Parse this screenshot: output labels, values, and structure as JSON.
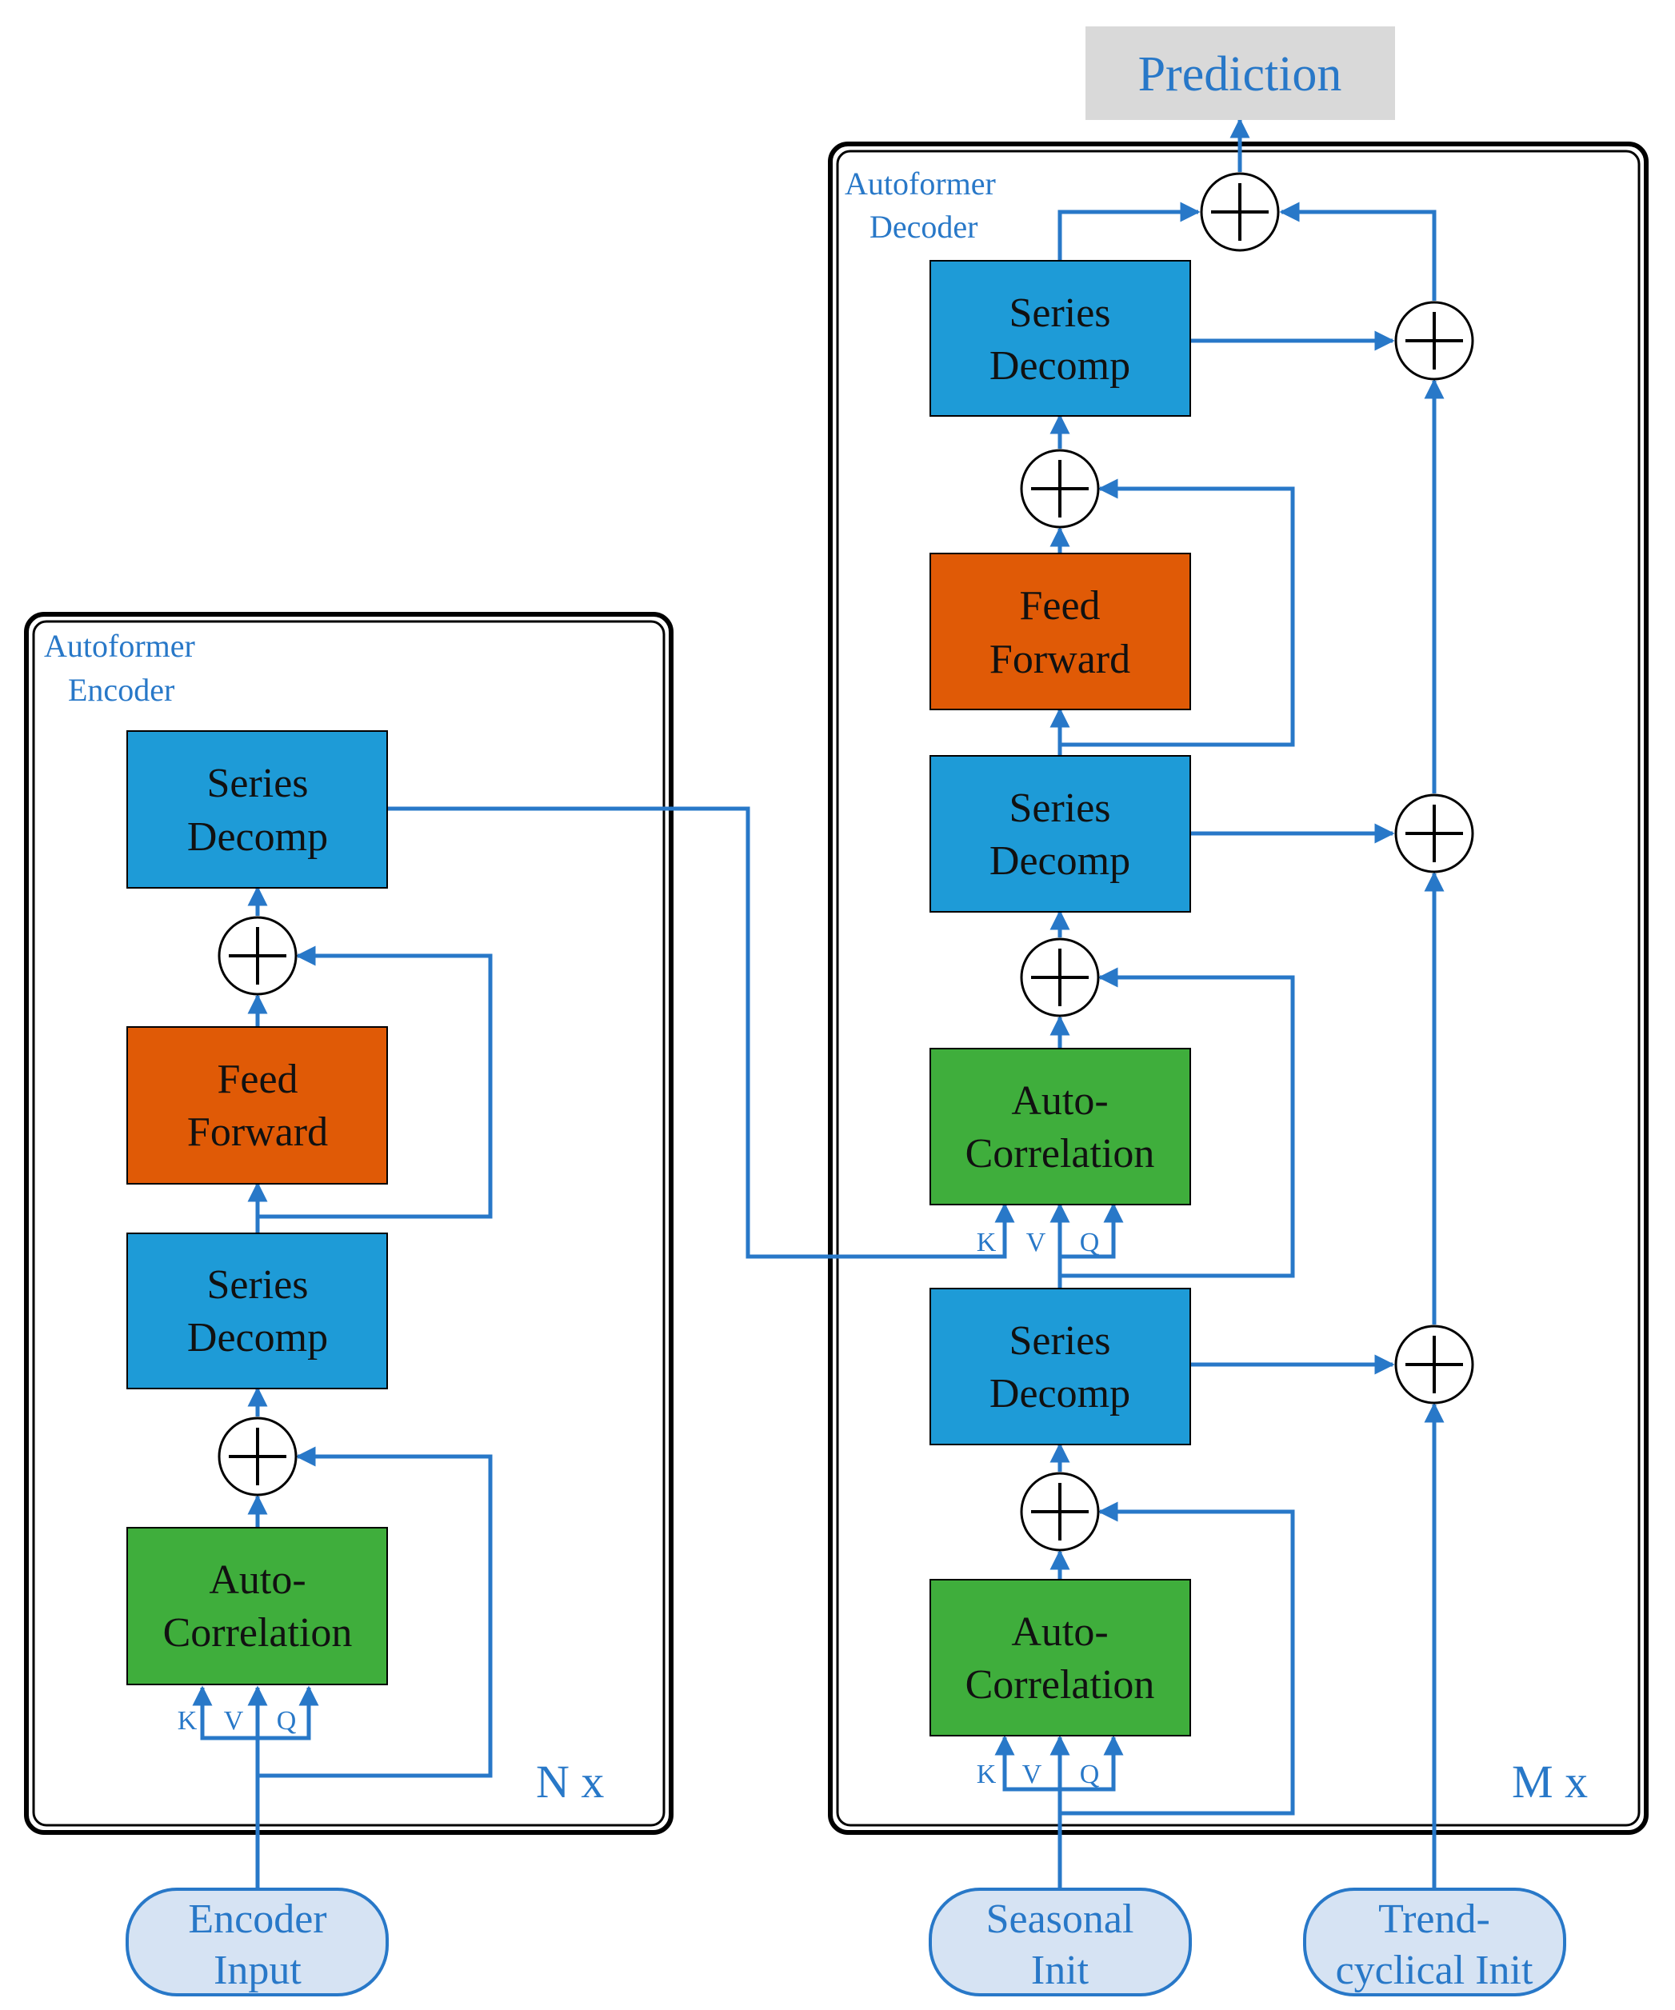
{
  "encoder": {
    "label_line1": "Autoformer",
    "label_line2": "Encoder",
    "repeat": "N x",
    "series_decomp_top": [
      "Series",
      "Decomp"
    ],
    "feed_forward": [
      "Feed",
      "Forward"
    ],
    "series_decomp_bottom": [
      "Series",
      "Decomp"
    ],
    "auto_correlation": [
      "Auto-",
      "Correlation"
    ],
    "kvq": [
      "K",
      "V",
      "Q"
    ],
    "input": [
      "Encoder",
      "Input"
    ]
  },
  "decoder": {
    "label_line1": "Autoformer",
    "label_line2": "Decoder",
    "repeat": "M x",
    "series_decomp_top": [
      "Series",
      "Decomp"
    ],
    "feed_forward": [
      "Feed",
      "Forward"
    ],
    "series_decomp_mid": [
      "Series",
      "Decomp"
    ],
    "cross_auto_correlation": [
      "Auto-",
      "Correlation"
    ],
    "series_decomp_bottom": [
      "Series",
      "Decomp"
    ],
    "self_auto_correlation": [
      "Auto-",
      "Correlation"
    ],
    "kvq_cross": [
      "K",
      "V",
      "Q"
    ],
    "kvq_self": [
      "K",
      "V",
      "Q"
    ],
    "seasonal_input": [
      "Seasonal",
      "Init"
    ],
    "trend_input": [
      "Trend-",
      "cyclical Init"
    ]
  },
  "output": {
    "label": "Prediction"
  },
  "colors": {
    "connector": "#2878c8",
    "series_decomp": "#1e9bd7",
    "feed_forward": "#e05a06",
    "auto_correlation": "#3fae3c",
    "io_fill": "#d6e3f3",
    "prediction_fill": "#d9d9d9"
  },
  "icons": {
    "sum": "circled-plus-icon",
    "arrow": "arrowhead-icon"
  }
}
